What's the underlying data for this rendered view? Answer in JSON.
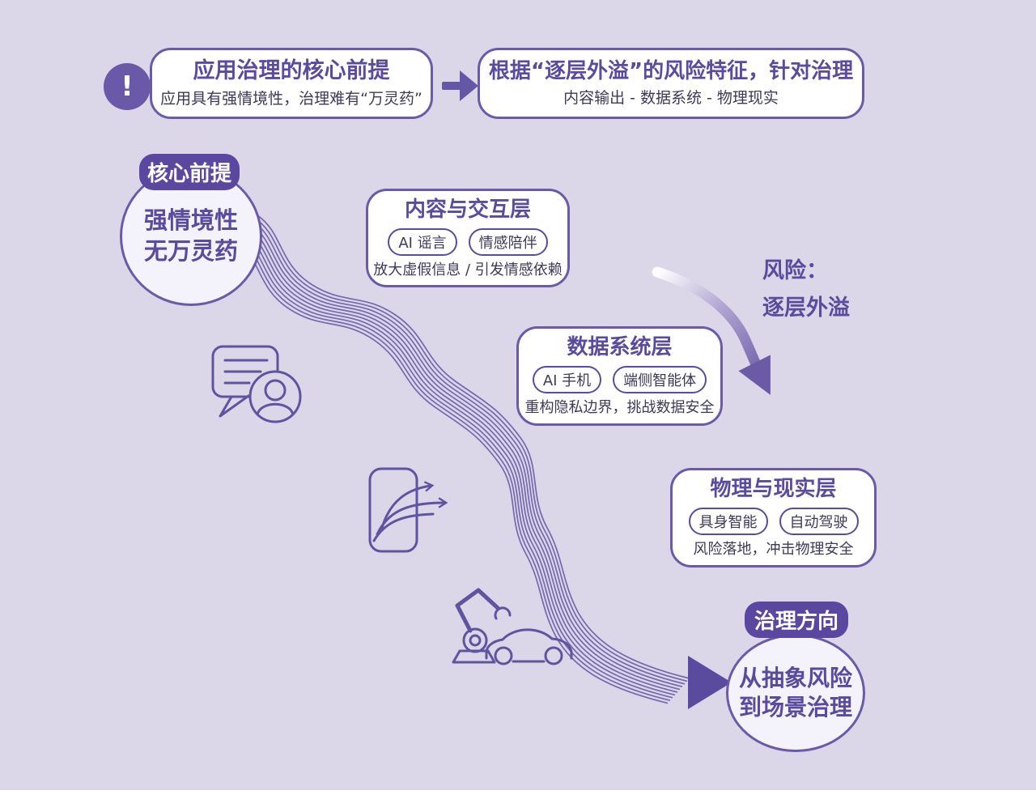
{
  "header": {
    "alert_mark": "!",
    "premise_box": {
      "title": "应用治理的核心前提",
      "subtitle": "应用具有强情境性，治理难有“万灵药”"
    },
    "strategy_box": {
      "title": "根据“逐层外溢”的风险特征，针对治理",
      "subtitle": "内容输出 - 数据系统 - 物理现实"
    }
  },
  "core_premise": {
    "badge": "核心前提",
    "line1": "强情境性",
    "line2": "无万灵药"
  },
  "layers": [
    {
      "title": "内容与交互层",
      "tags": [
        "AI 谣言",
        "情感陪伴"
      ],
      "caption": "放大虚假信息 / 引发情感依赖"
    },
    {
      "title": "数据系统层",
      "tags": [
        "AI 手机",
        "端侧智能体"
      ],
      "caption": "重构隐私边界，挑战数据安全"
    },
    {
      "title": "物理与现实层",
      "tags": [
        "具身智能",
        "自动驾驶"
      ],
      "caption": "风险落地，冲击物理安全"
    }
  ],
  "risk_label": {
    "line1": "风险：",
    "line2": "逐层外溢"
  },
  "governance": {
    "badge": "治理方向",
    "line1": "从抽象风险",
    "line2": "到场景治理"
  },
  "icons": {
    "alert": "alert-icon",
    "flow": "right-arrow-icon",
    "chat": "chat-user-icon",
    "phone": "phone-outflow-icon",
    "robot_car": "robot-arm-car-icon",
    "risk_arrow": "curved-risk-arrow",
    "ribbon": "wavy-flow-ribbon",
    "convergence": "flow-arrowhead-icon"
  },
  "colors": {
    "background": "#dbd7e8",
    "primary": "#5b4b9e",
    "border": "#6a5aa8",
    "badge_bg": "#5a479f",
    "dark_text": "#3e3957",
    "ribbon": "#7568ae",
    "icon_stroke": "#5f549e",
    "white": "#ffffff"
  }
}
